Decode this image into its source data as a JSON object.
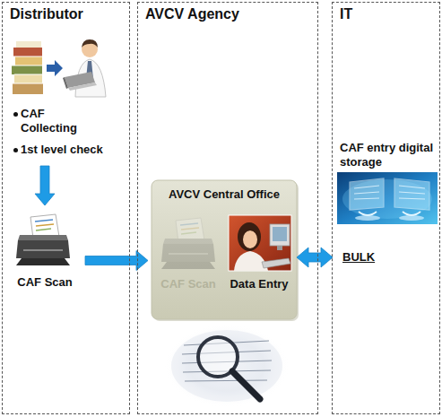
{
  "diagram": {
    "nodes": [
      {
        "text": [
          "Distributor"
        ]
      },
      {
        "text": [
          "AVCV Agency"
        ]
      },
      {
        "text": [
          "IT"
        ]
      },
      {
        "text": [
          "CAF Collecting",
          "1st level check"
        ],
        "in": 0
      },
      {
        "text": [
          "CAF Scan"
        ],
        "in": 0
      },
      {
        "text": [
          "AVCV Central Office"
        ],
        "in": 1
      },
      {
        "text": [
          "CAF Scan"
        ],
        "in": 5
      },
      {
        "text": [
          "Data Entry"
        ],
        "in": 5
      },
      {
        "text": [
          "CAF entry digital storage"
        ],
        "in": 2
      }
    ],
    "edges": [
      {
        "from": 3,
        "to": 4,
        "arrow": "to"
      },
      {
        "from": 4,
        "to": 5,
        "arrow": "to"
      },
      {
        "from": 7,
        "to": 8,
        "label": "BULK",
        "arrow": "both"
      }
    ]
  }
}
